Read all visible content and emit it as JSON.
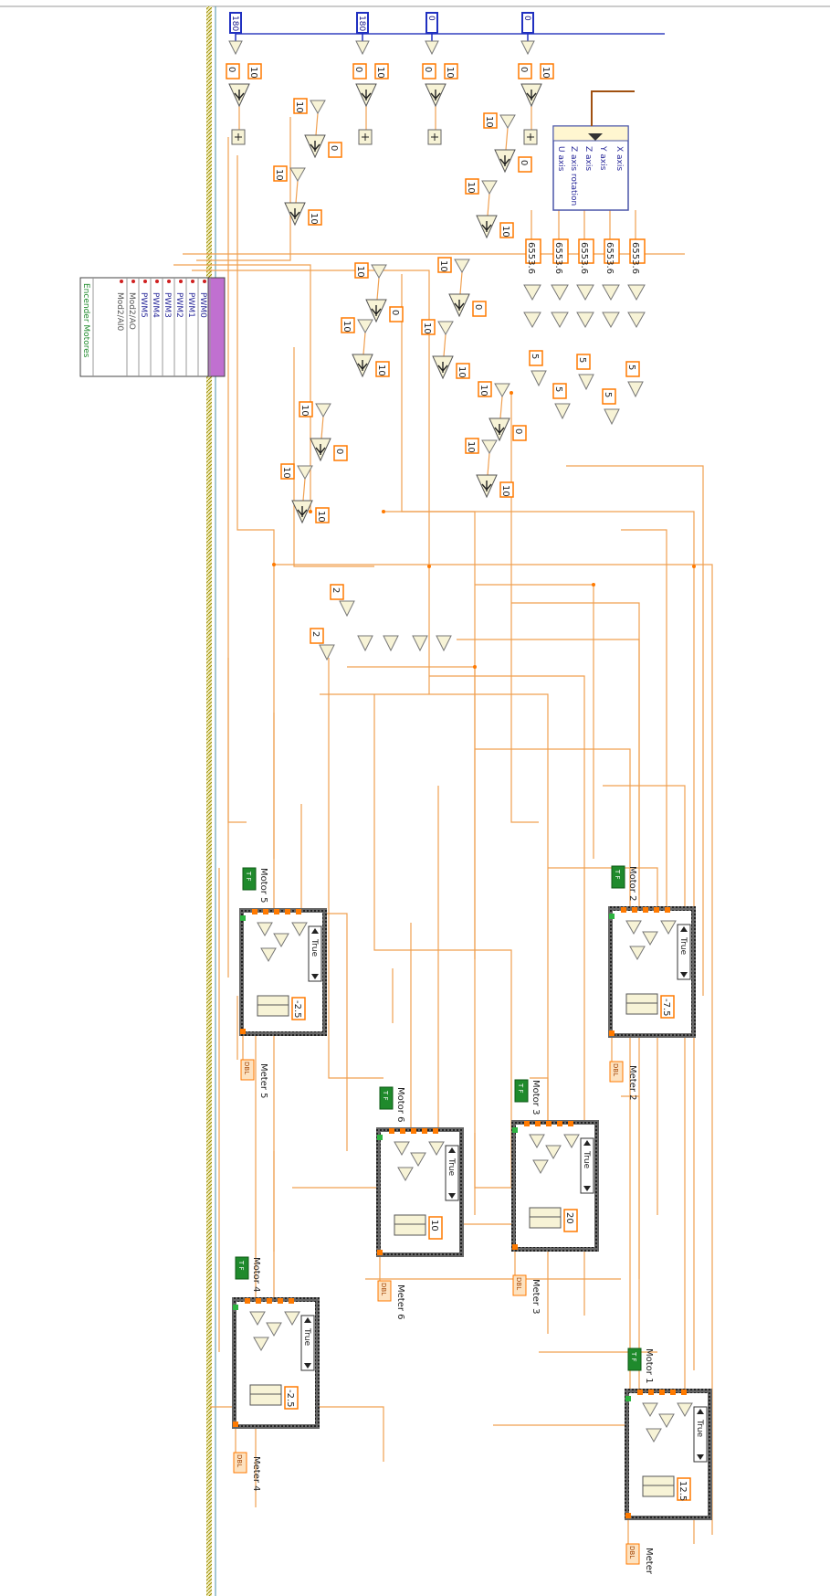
{
  "colors": {
    "wire_orange": "#f0a050",
    "const_border": "#ff7a00",
    "blue_const": "#2030c0",
    "dark_frame": "#333333",
    "green_bool": "#1f8a2c",
    "purple_node": "#c070d0",
    "hatch": "#c8b400",
    "cluster_blue": "#4a55a8"
  },
  "top_constants": [
    "180",
    "180",
    "0",
    "0"
  ],
  "numeric_small": [
    "0",
    "10"
  ],
  "joystick_axes": [
    "X axis",
    "Y axis",
    "Z axis",
    "Z axis rotation",
    "U axis"
  ],
  "scale_constant": "6553.6",
  "offset_constant": "5",
  "divisor_constant": "2",
  "pwm_panel": {
    "items": [
      "PWM0",
      "PWM1",
      "PWM2",
      "PWM3",
      "PWM4",
      "PWM5",
      "Mod2/AO",
      "Mod2/AI0"
    ],
    "footer": "Encender Motores"
  },
  "case_selector_label": "True",
  "motors": [
    {
      "name": "Motor 5",
      "meter": "Meter 5",
      "offset": "-2.5"
    },
    {
      "name": "Motor 6",
      "meter": "Meter 6",
      "offset": "10"
    },
    {
      "name": "Motor 3",
      "meter": "Meter 3",
      "offset": "20"
    },
    {
      "name": "Motor 2",
      "meter": "Meter 2",
      "offset": "-7.5"
    },
    {
      "name": "Motor 4",
      "meter": "Meter 4",
      "offset": "-2.5"
    },
    {
      "name": "Motor 1",
      "meter": "Meter",
      "offset": "12.5"
    }
  ],
  "bool_constant_label": "T F",
  "meter_terminal_label": "DBL"
}
